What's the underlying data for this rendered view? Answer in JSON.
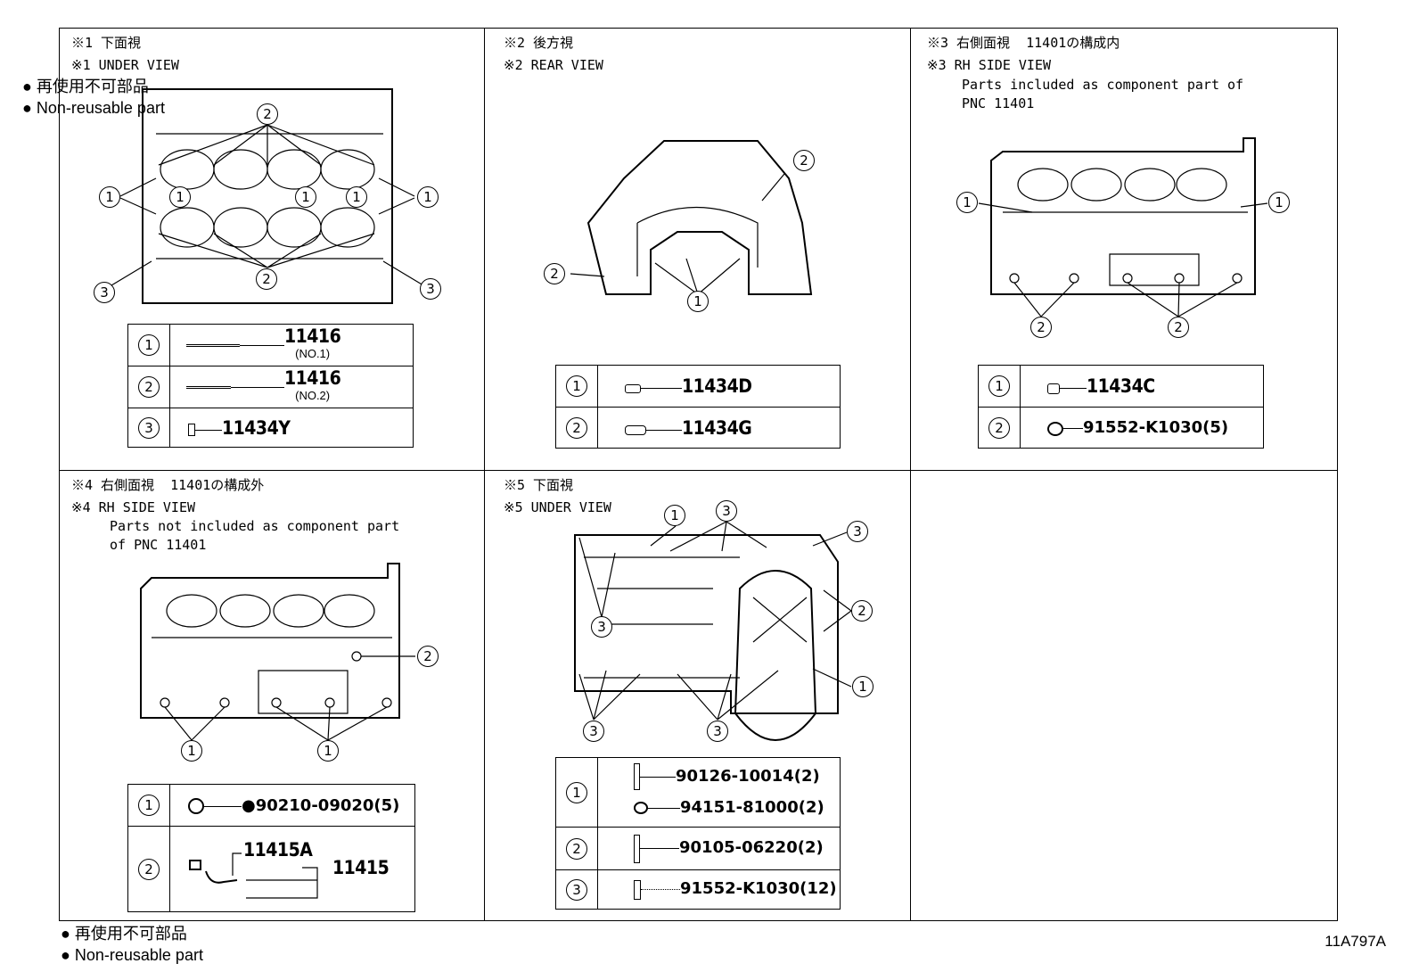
{
  "legend_top": {
    "jp": "● 再使用不可部品",
    "en": "● Non-reusable part"
  },
  "legend_bottom": {
    "jp": "● 再使用不可部品",
    "en": "● Non-reusable part"
  },
  "figure_id": "11A797A",
  "callouts": {
    "c1": "1",
    "c2": "2",
    "c3": "3"
  },
  "panels": [
    {
      "title_jp": "※1 下面視",
      "title_en": "※1 UNDER VIEW",
      "parts": [
        {
          "no": "1",
          "pnc": "11416",
          "sub": "(NO.1)"
        },
        {
          "no": "2",
          "pnc": "11416",
          "sub": "(NO.2)"
        },
        {
          "no": "3",
          "pnc": "11434Y"
        }
      ]
    },
    {
      "title_jp": "※2 後方視",
      "title_en": "※2 REAR VIEW",
      "parts": [
        {
          "no": "1",
          "pnc": "11434D"
        },
        {
          "no": "2",
          "pnc": "11434G"
        }
      ]
    },
    {
      "title_jp": "※3 右側面視  11401の構成内",
      "title_en": "※3 RH SIDE VIEW",
      "note": "Parts included as component part of\nPNC 11401",
      "parts": [
        {
          "no": "1",
          "pnc": "11434C"
        },
        {
          "no": "2",
          "pnc": "91552-K1030(5)"
        }
      ]
    },
    {
      "title_jp": "※4 右側面視  11401の構成外",
      "title_en": "※4 RH SIDE VIEW",
      "note": "Parts not included as component part\nof PNC 11401",
      "parts": [
        {
          "no": "1",
          "pnc": "●90210-09020(5)"
        },
        {
          "no": "2",
          "pnc": "11415A",
          "pnc2": "11415"
        }
      ]
    },
    {
      "title_jp": "※5 下面視",
      "title_en": "※5 UNDER VIEW",
      "parts": [
        {
          "no": "1",
          "pnc": "90126-10014(2)",
          "pnc2": "94151-81000(2)"
        },
        {
          "no": "2",
          "pnc": "90105-06220(2)"
        },
        {
          "no": "3",
          "pnc": "91552-K1030(12)"
        }
      ]
    }
  ]
}
